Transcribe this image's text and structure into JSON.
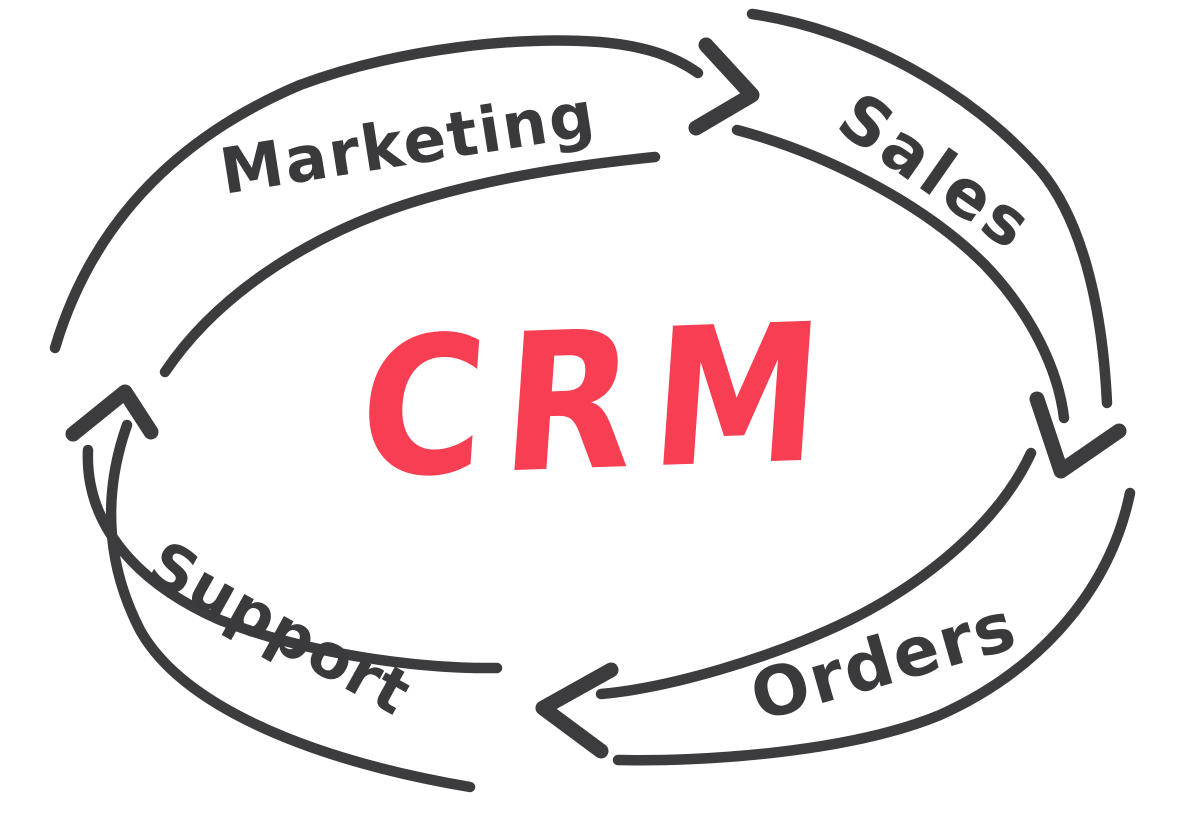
{
  "colors": {
    "ink": "#3c3b3e",
    "accent_red": "#f73e52",
    "background": "#ffffff"
  },
  "diagram": {
    "type": "cycle",
    "style": "hand-drawn marker sketch",
    "center": {
      "label": "CRM",
      "color": "#f73e52"
    },
    "nodes": [
      {
        "id": "marketing",
        "label": "Marketing",
        "position": "top-left"
      },
      {
        "id": "sales",
        "label": "Sales",
        "position": "top-right"
      },
      {
        "id": "orders",
        "label": "Orders",
        "position": "bottom-right"
      },
      {
        "id": "support",
        "label": "Support",
        "position": "bottom-left"
      }
    ],
    "arrows": [
      {
        "from": "Marketing",
        "to": "Sales",
        "direction": "clockwise"
      },
      {
        "from": "Sales",
        "to": "Orders",
        "direction": "clockwise"
      },
      {
        "from": "Orders",
        "to": "Support",
        "direction": "clockwise"
      },
      {
        "from": "Support",
        "to": "Marketing",
        "direction": "clockwise"
      }
    ]
  }
}
